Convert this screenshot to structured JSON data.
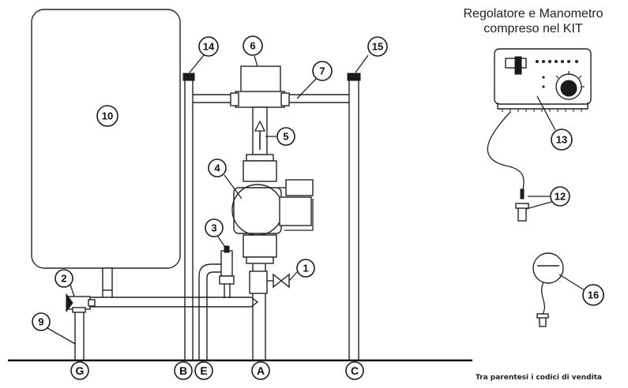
{
  "kit_title": {
    "line1": "Regolatore e Manometro",
    "line2": "compreso nel KIT"
  },
  "footnote": "Tra parentesi i codici di vendita",
  "callouts": {
    "c1": "1",
    "c2": "2",
    "c3": "3",
    "c4": "4",
    "c5": "5",
    "c6": "6",
    "c7": "7",
    "c9": "9",
    "c10": "10",
    "c12": "12",
    "c13": "13",
    "c14": "14",
    "c15": "15",
    "c16": "16"
  },
  "connections": {
    "A": "A",
    "B": "B",
    "C": "C",
    "E": "E",
    "G": "G"
  },
  "icons": {
    "regulator": "regulator-icon",
    "pressure_gauge": "pressure-gauge-icon",
    "pump": "circulation-pump-icon",
    "mixing_valve": "mixing-valve-icon"
  }
}
